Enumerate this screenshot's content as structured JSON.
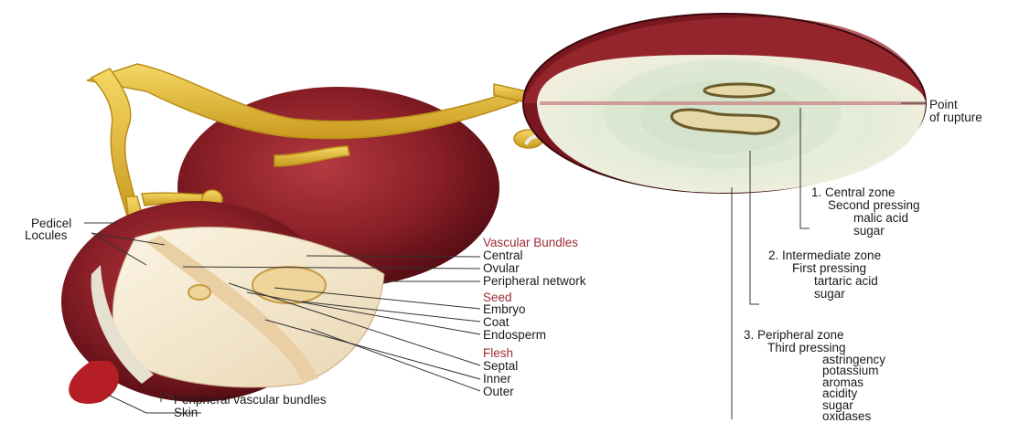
{
  "left_labels": {
    "pedicel": "Pedicel",
    "locules": "Locules"
  },
  "center_labels": {
    "vascular_bundles": "Vascular Bundles",
    "central": "Central",
    "ovular": "Ovular",
    "peripheral_network": "Peripheral network",
    "seed": "Seed",
    "embryo": "Embryo",
    "coat": "Coat",
    "endosperm": "Endosperm",
    "flesh": "Flesh",
    "septal": "Septal",
    "inner": "Inner",
    "outer": "Outer",
    "peripheral_vascular_bundles": "Peripheral vascular bundles",
    "skin": "Skin"
  },
  "right_labels": {
    "point": "Point",
    "of_rupture": "of rupture",
    "zone1": {
      "title": "1. Central zone",
      "line2": "Second pressing",
      "line3": "malic acid",
      "line4": "sugar"
    },
    "zone2": {
      "title": "2. Intermediate zone",
      "line2": "First pressing",
      "line3": "tartaric acid",
      "line4": "sugar"
    },
    "zone3": {
      "title": "3. Peripheral zone",
      "line2": "Third pressing",
      "items": [
        "astringency",
        "potassium",
        "aromas",
        "acidity",
        "sugar",
        "oxidases"
      ]
    }
  },
  "colors": {
    "skin_dark": "#5a0d14",
    "skin_mid": "#8a1f27",
    "stem": "#e8c23a",
    "flesh": "#f3ead2",
    "header_red": "#9b2b33"
  }
}
